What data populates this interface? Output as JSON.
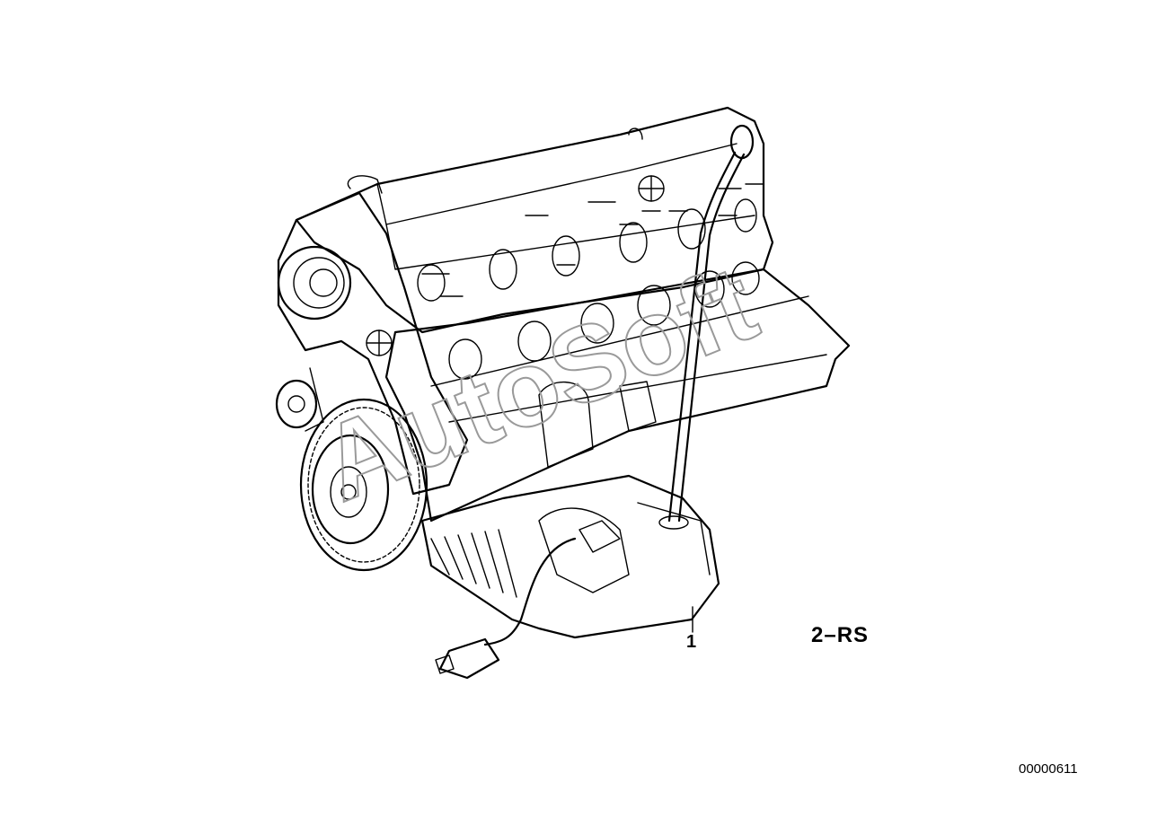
{
  "diagram": {
    "callouts": [
      {
        "number": "1"
      }
    ],
    "group_code": "2–RS",
    "document_number": "00000611",
    "watermark": "AutoSoft",
    "colors": {
      "line": "#000000",
      "background": "#ffffff",
      "watermark": "#9a9a9a"
    }
  }
}
